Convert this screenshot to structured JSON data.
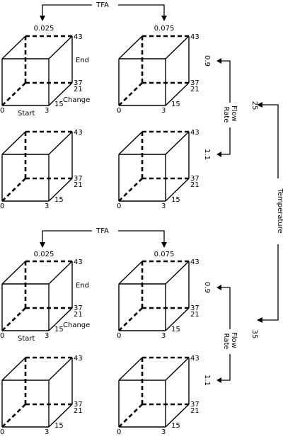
{
  "factors": {
    "tfa": {
      "label": "TFA",
      "levels": [
        "0.025",
        "0.075"
      ]
    },
    "flow_rate": {
      "label": "Flow\nRate",
      "levels": [
        "0.9",
        "1.1"
      ]
    },
    "temperature": {
      "label": "Temperature",
      "levels": [
        "25",
        "35"
      ]
    }
  },
  "cube_axes": {
    "x": {
      "start": "0",
      "end": "3"
    },
    "depth": "15",
    "change": "21",
    "y_start": "37",
    "y_end": "43"
  },
  "cube_annotations": {
    "end": "End",
    "change": "Change",
    "start": "Start"
  }
}
